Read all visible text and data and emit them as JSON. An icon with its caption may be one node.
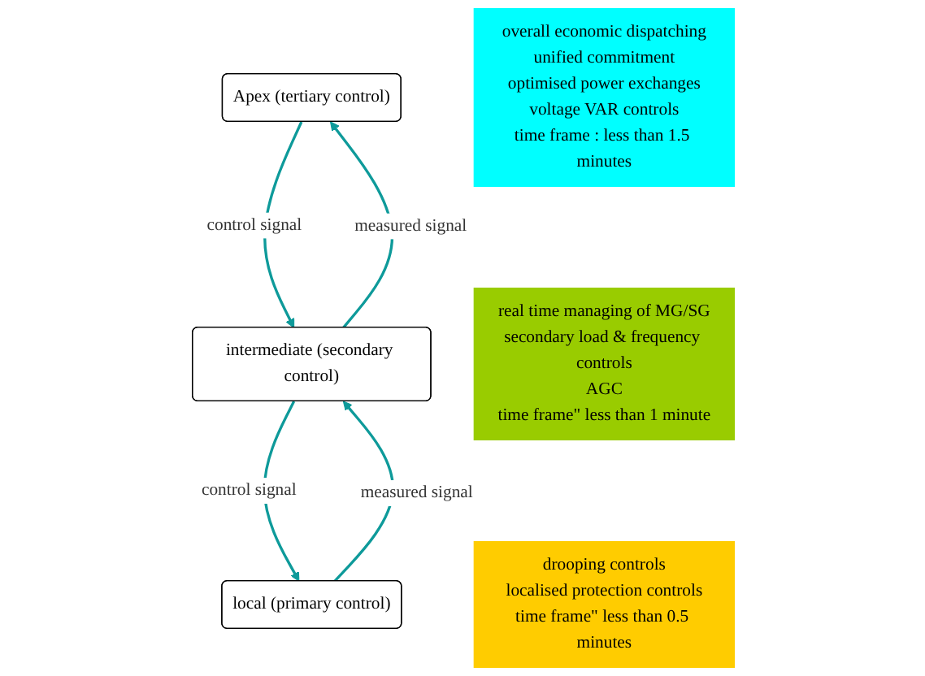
{
  "diagram": {
    "nodes": [
      {
        "text": [
          "Apex (tertiary control)"
        ]
      },
      {
        "text": [
          "intermediate (secondary control)"
        ]
      },
      {
        "text": [
          "local (primary control)"
        ]
      },
      {
        "text": [
          "overall economic dispatching",
          "unified commitment",
          "optimised power exchanges",
          "voltage VAR controls",
          "time frame : less than 1.5 minutes"
        ]
      },
      {
        "text": [
          "real time managing of MG/SG",
          "secondary load & frequency controls",
          "AGC",
          "time frame\" less than 1 minute"
        ]
      },
      {
        "text": [
          "drooping controls",
          "localised protection controls",
          "time frame\" less than 0.5 minutes"
        ]
      }
    ],
    "edges": [
      {
        "from": 1,
        "to": 0,
        "arrow": "to",
        "label": "measured signal"
      },
      {
        "from": 0,
        "to": 1,
        "arrow": "to",
        "label": "control signal"
      },
      {
        "from": 2,
        "to": 1,
        "arrow": "to",
        "label": "measured signal"
      },
      {
        "from": 1,
        "to": 2,
        "arrow": "to",
        "label": "control signal"
      }
    ]
  }
}
